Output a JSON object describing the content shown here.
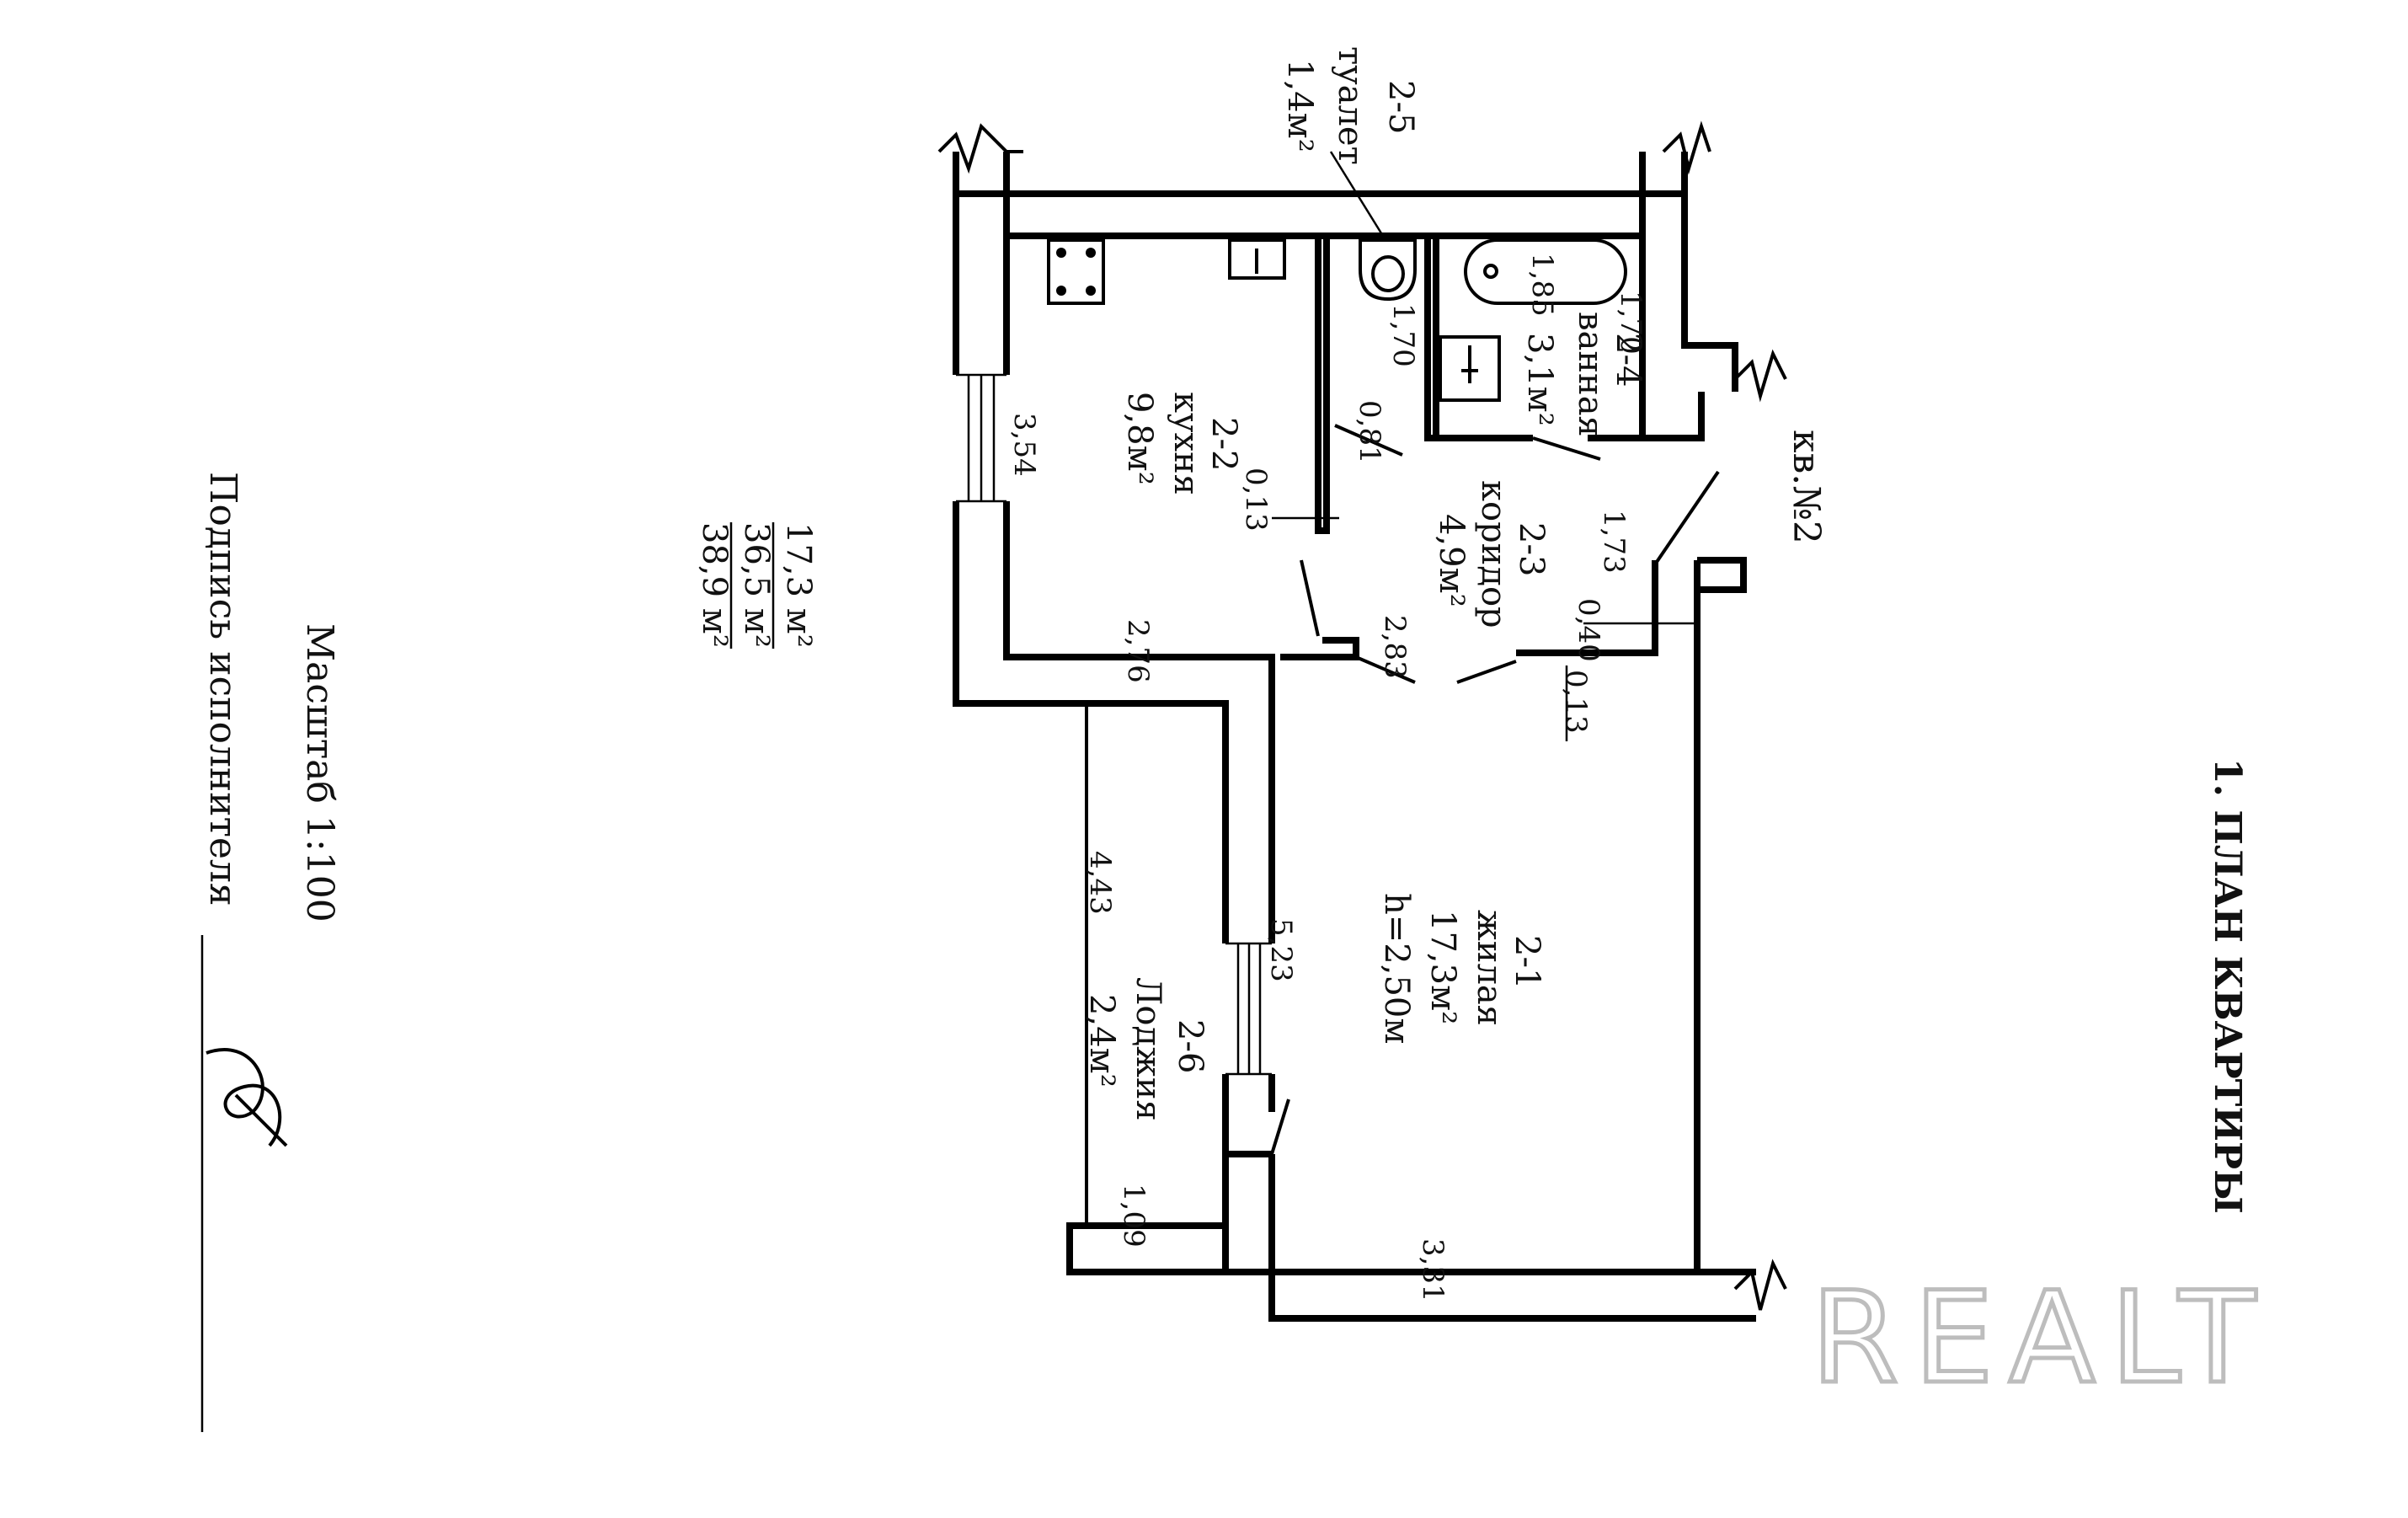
{
  "title": "1. ПЛАН КВАРТИРЫ",
  "apartment": "кв.№2",
  "scale": "Масштаб 1:100",
  "signature_label": "Подпись исполнителя",
  "watermark": "REALT",
  "area_totals": [
    "17,3 м²",
    "36,5 м²",
    "38,9 м²"
  ],
  "rooms": [
    {
      "id": "2-1",
      "name": "жилая",
      "area": "17,3м²",
      "height": "h=2,50м"
    },
    {
      "id": "2-2",
      "name": "кухня",
      "area": "9,8м²"
    },
    {
      "id": "2-3",
      "name": "коридор",
      "area": "4,9м²"
    },
    {
      "id": "2-4",
      "name": "ванная",
      "area": "3,1м²"
    },
    {
      "id": "2-5",
      "name": "туалет",
      "area": "1,4м²"
    },
    {
      "id": "2-6",
      "name": "Лоджия",
      "area": "2,4м²"
    }
  ],
  "dimensions": {
    "bath_length": "1,85",
    "bath_width": "1,70",
    "wc_width": "1,70",
    "wc_depth": "0,81",
    "partition": "0,13",
    "kitchen_depth": "3,54",
    "kitchen_width": "2,76",
    "corridor_width": "2,83",
    "corridor_length": "1,73",
    "wall_offset": "0,40",
    "door_wall": "0,13",
    "living_length": "5,23",
    "loggia_length": "4,43",
    "loggia_width": "1,09",
    "living_width": "3,31"
  }
}
